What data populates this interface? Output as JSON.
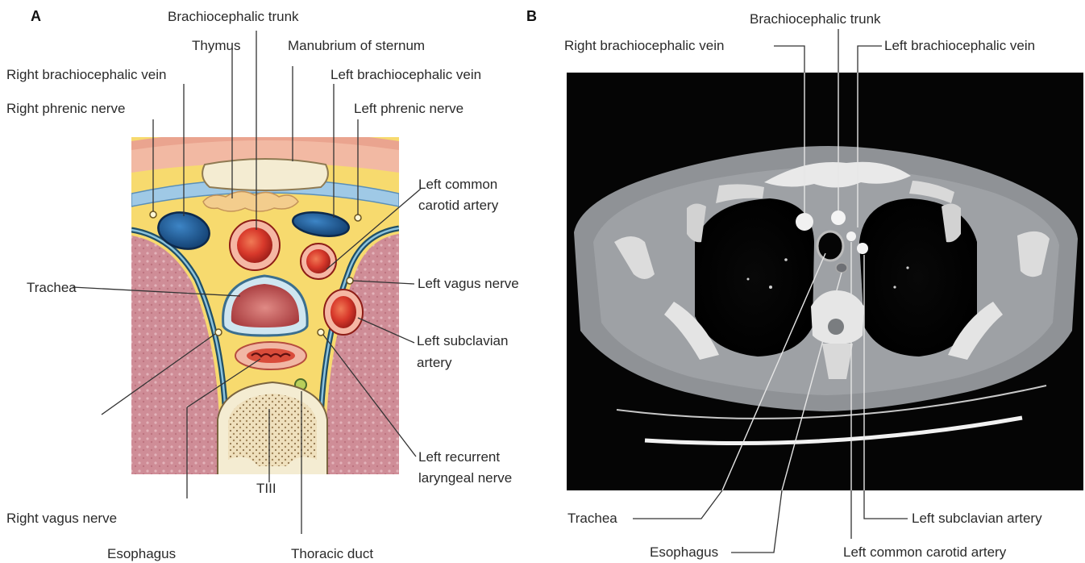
{
  "panel_a": {
    "letter": "A",
    "labels": {
      "brachiocephalic_trunk": "Brachiocephalic trunk",
      "thymus": "Thymus",
      "manubrium": "Manubrium of sternum",
      "right_brachiocephalic_vein": "Right brachiocephalic vein",
      "left_brachiocephalic_vein": "Left brachiocephalic vein",
      "right_phrenic_nerve": "Right phrenic nerve",
      "left_phrenic_nerve": "Left phrenic nerve",
      "left_common_carotid_1": "Left common",
      "left_common_carotid_2": "carotid artery",
      "trachea": "Trachea",
      "left_vagus_nerve": "Left vagus nerve",
      "left_subclavian_1": "Left subclavian",
      "left_subclavian_2": "artery",
      "left_recurrent_1": "Left recurrent",
      "left_recurrent_2": "laryngeal nerve",
      "vertebra": "TIII",
      "right_vagus_nerve": "Right vagus nerve",
      "esophagus": "Esophagus",
      "thoracic_duct": "Thoracic duct"
    }
  },
  "panel_b": {
    "letter": "B",
    "labels": {
      "brachiocephalic_trunk": "Brachiocephalic trunk",
      "right_brachiocephalic_vein": "Right brachiocephalic vein",
      "left_brachiocephalic_vein": "Left brachiocephalic vein",
      "trachea": "Trachea",
      "esophagus": "Esophagus",
      "left_subclavian_artery": "Left subclavian artery",
      "left_common_carotid_artery": "Left common carotid artery"
    }
  },
  "colors": {
    "artery": "#d8392b",
    "vein": "#1f5f9c",
    "fat": "#f7da6e",
    "muscle": "#cf8d97",
    "ct_background": "#050505"
  }
}
